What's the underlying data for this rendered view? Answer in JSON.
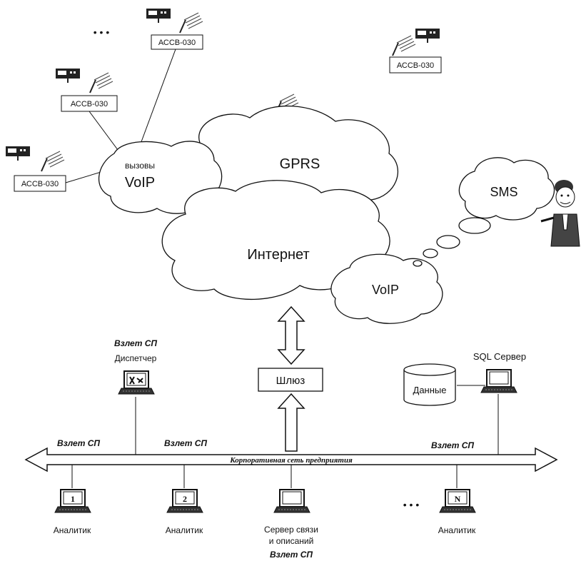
{
  "diagram": {
    "device_label": "АССВ-030",
    "clouds": {
      "gprs": "GPRS",
      "internet": "Интернет",
      "voip_left_top": "вызовы",
      "voip_left": "VoIP",
      "voip_right": "VoIP",
      "sms": "SMS"
    },
    "gateway": "Шлюз",
    "network": "Корпоративная сеть предприятия",
    "dispatcher": {
      "caption": "Взлет СП",
      "label": "Диспетчер"
    },
    "sql": {
      "label": "SQL Сервер",
      "db": "Данные"
    },
    "bus_labels": [
      "Взлет СП",
      "Взлет СП",
      "Взлет СП"
    ],
    "workstations": [
      {
        "num": "1",
        "label": "Аналитик"
      },
      {
        "num": "2",
        "label": "Аналитик"
      },
      {
        "num": "",
        "label": "Сервер связи",
        "label2": "и описаний",
        "caption": "Взлет СП"
      },
      {
        "num": "N",
        "label": "Аналитик"
      }
    ],
    "ellipsis": "• • •"
  }
}
